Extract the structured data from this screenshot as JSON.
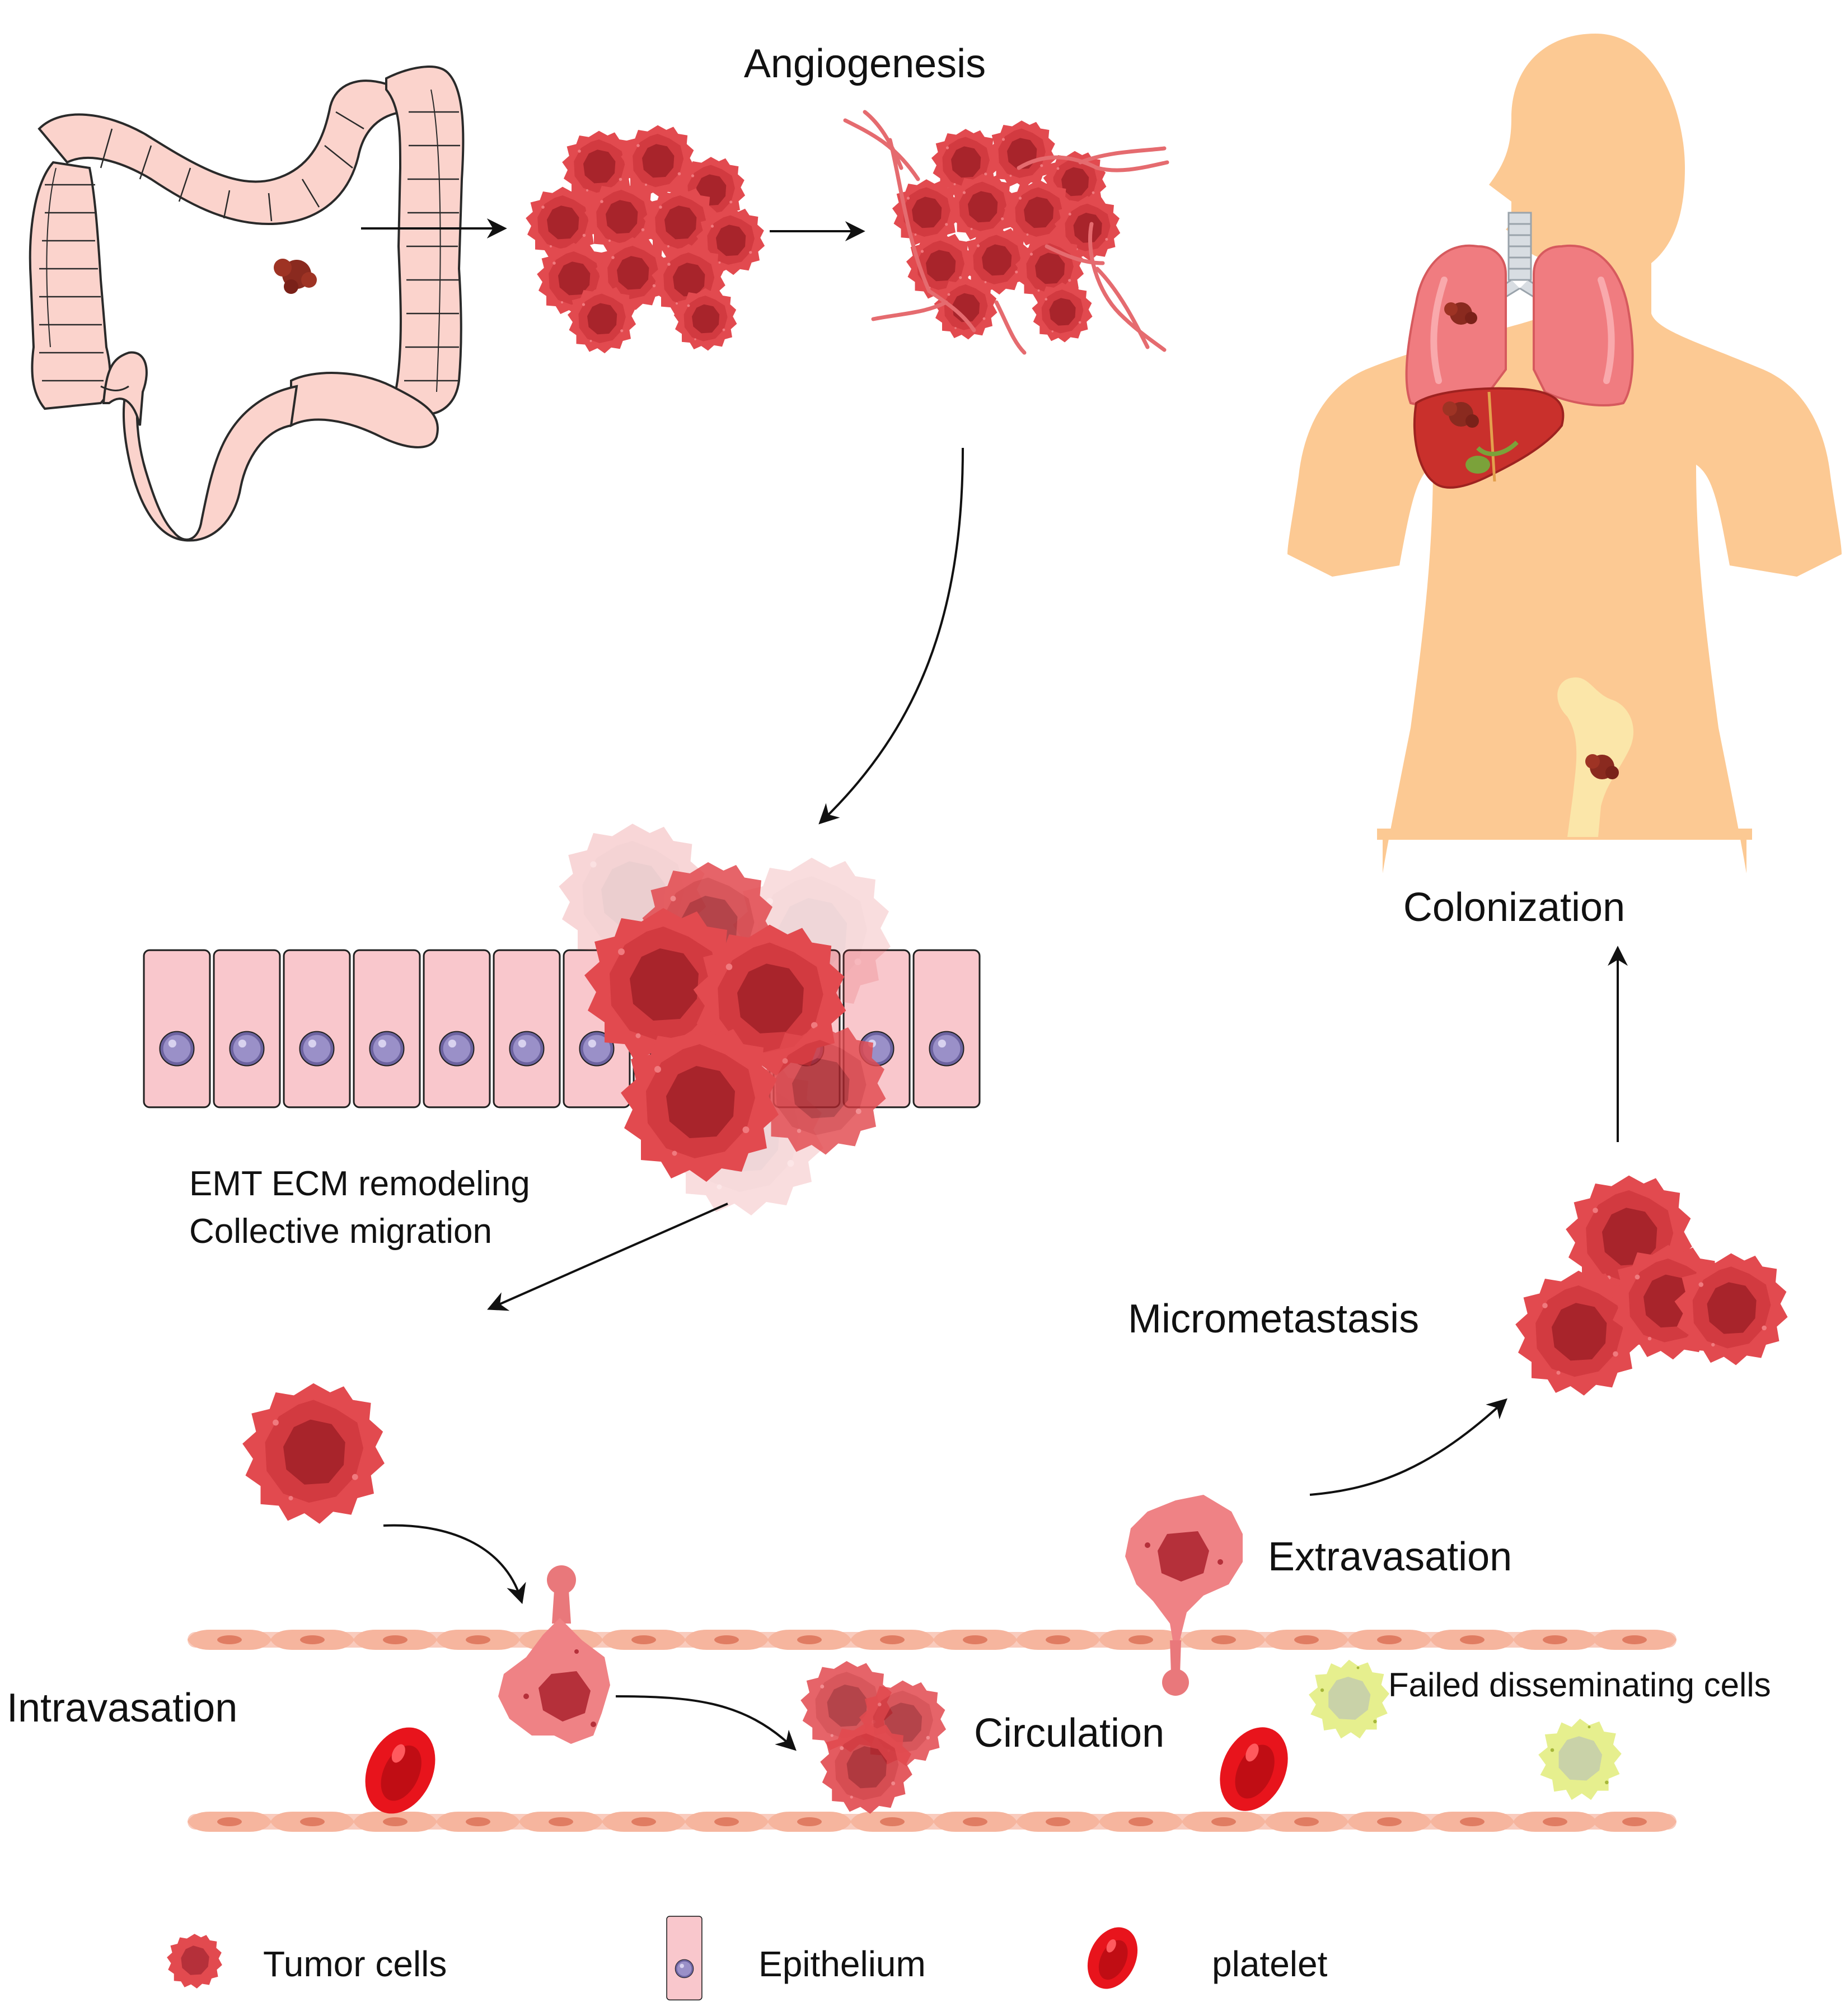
{
  "labels": {
    "angiogenesis": "Angiogenesis",
    "colonization": "Colonization",
    "emt_line1": "EMT ECM remodeling",
    "emt_line2": "Collective migration",
    "micrometastasis": "Micrometastasis",
    "extravasation": "Extravasation",
    "intravasation": "Intravasation",
    "circulation": "Circulation",
    "failed": "Failed disseminating cells"
  },
  "legend": {
    "tumor": "Tumor cells",
    "epithelium": "Epithelium",
    "platelet": "platelet"
  },
  "colors": {
    "tumor": "#e0464b",
    "tumor_dark": "#b02a30",
    "tumor_core": "#a8242b",
    "epithelium": "#f9c7cc",
    "nucleus": "#8a80b8",
    "body": "#fcc993",
    "lung": "#f07c80",
    "liver": "#c9302c",
    "vessel": "#f6b59e",
    "platelet": "#e8141c",
    "failed_cell": "#dfe98a",
    "colon": "#fbd3cc"
  }
}
